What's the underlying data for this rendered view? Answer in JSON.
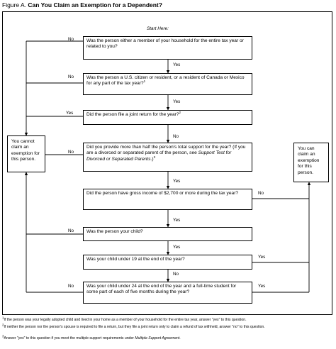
{
  "figure": {
    "label": "Figure A.",
    "title": "Can You Claim an Exemption for a Dependent?"
  },
  "start_label": "Start Here:",
  "questions": [
    {
      "id": "q1",
      "text": "Was the person either a member of your household for the entire tax year or related to you?",
      "note": ""
    },
    {
      "id": "q2",
      "text": "Was the person a U.S. citizen or resident, or a resident of Canada or Mexico for any part of the tax year?",
      "note": "1"
    },
    {
      "id": "q3",
      "text": "Did the person file a joint return for the year?",
      "note": "2"
    },
    {
      "id": "q4",
      "text": "Did you provide more than half the person's total support for the year? (If you are a divorced or separated parent of the person, see",
      "italic": "Support Test for Divorced or Separated Parents",
      "end": ".)",
      "note": "3"
    },
    {
      "id": "q5",
      "text": "Did the person have gross income of $2,700 or more during the tax year?",
      "note": ""
    },
    {
      "id": "q6",
      "text": "Was the person your child?",
      "note": ""
    },
    {
      "id": "q7",
      "text": "Was your child under 19 at the end of the year?",
      "note": ""
    },
    {
      "id": "q8",
      "text": "Was your child under 24 at the end of the year and a full-time student for some part of each of five months during the year?",
      "note": ""
    }
  ],
  "outcomes": {
    "cannot": "You cannot claim an exemption for this person.",
    "can": "You can claim an exemption for this person."
  },
  "answers": {
    "yes": "Yes",
    "no": "No"
  },
  "footnotes": [
    {
      "mark": "1",
      "text": "If the person was your legally adopted child and lived in your home as a member of your household for the entire tax year, answer \"yes\" to this question."
    },
    {
      "mark": "2",
      "text": "If neither the person nor the person's spouse is required to file a return, but they file a joint return only to claim a refund of tax withheld, answer \"no\" to this question."
    },
    {
      "mark": "3",
      "text": "Answer \"yes\" to this question if you meet the multiple support requirements under",
      "italic": "Multiple Support Agreement",
      "end": "."
    }
  ]
}
